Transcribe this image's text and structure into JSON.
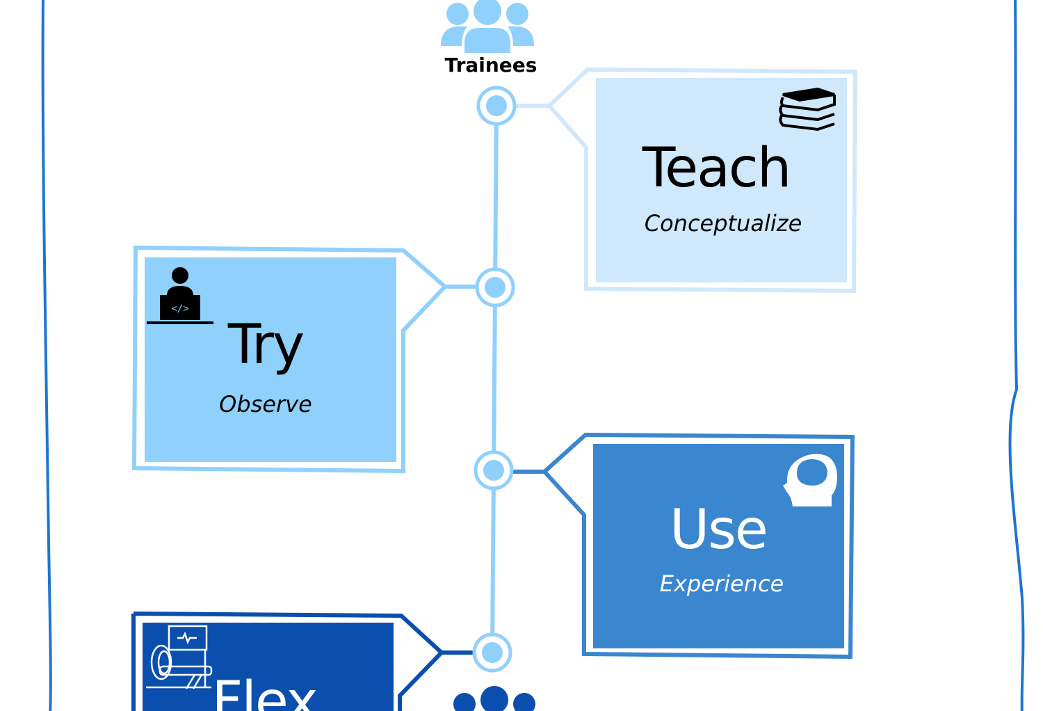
{
  "header": {
    "label": "Trainees"
  },
  "colors": {
    "frame": "#1f75d0",
    "timeline": "#90d0fd",
    "teach": "#cfe8fc",
    "try": "#90d0fd",
    "use": "#3a86cf",
    "flex": "#0a4fae"
  },
  "cards": [
    {
      "title": "Teach",
      "subtitle": "Conceptualize",
      "icon": "books-icon"
    },
    {
      "title": "Try",
      "subtitle": "Observe",
      "icon": "developer-laptop-icon"
    },
    {
      "title": "Use",
      "subtitle": "Experience",
      "icon": "brain-head-icon"
    },
    {
      "title": "Flex",
      "icon": "mri-scanner-icon"
    }
  ]
}
